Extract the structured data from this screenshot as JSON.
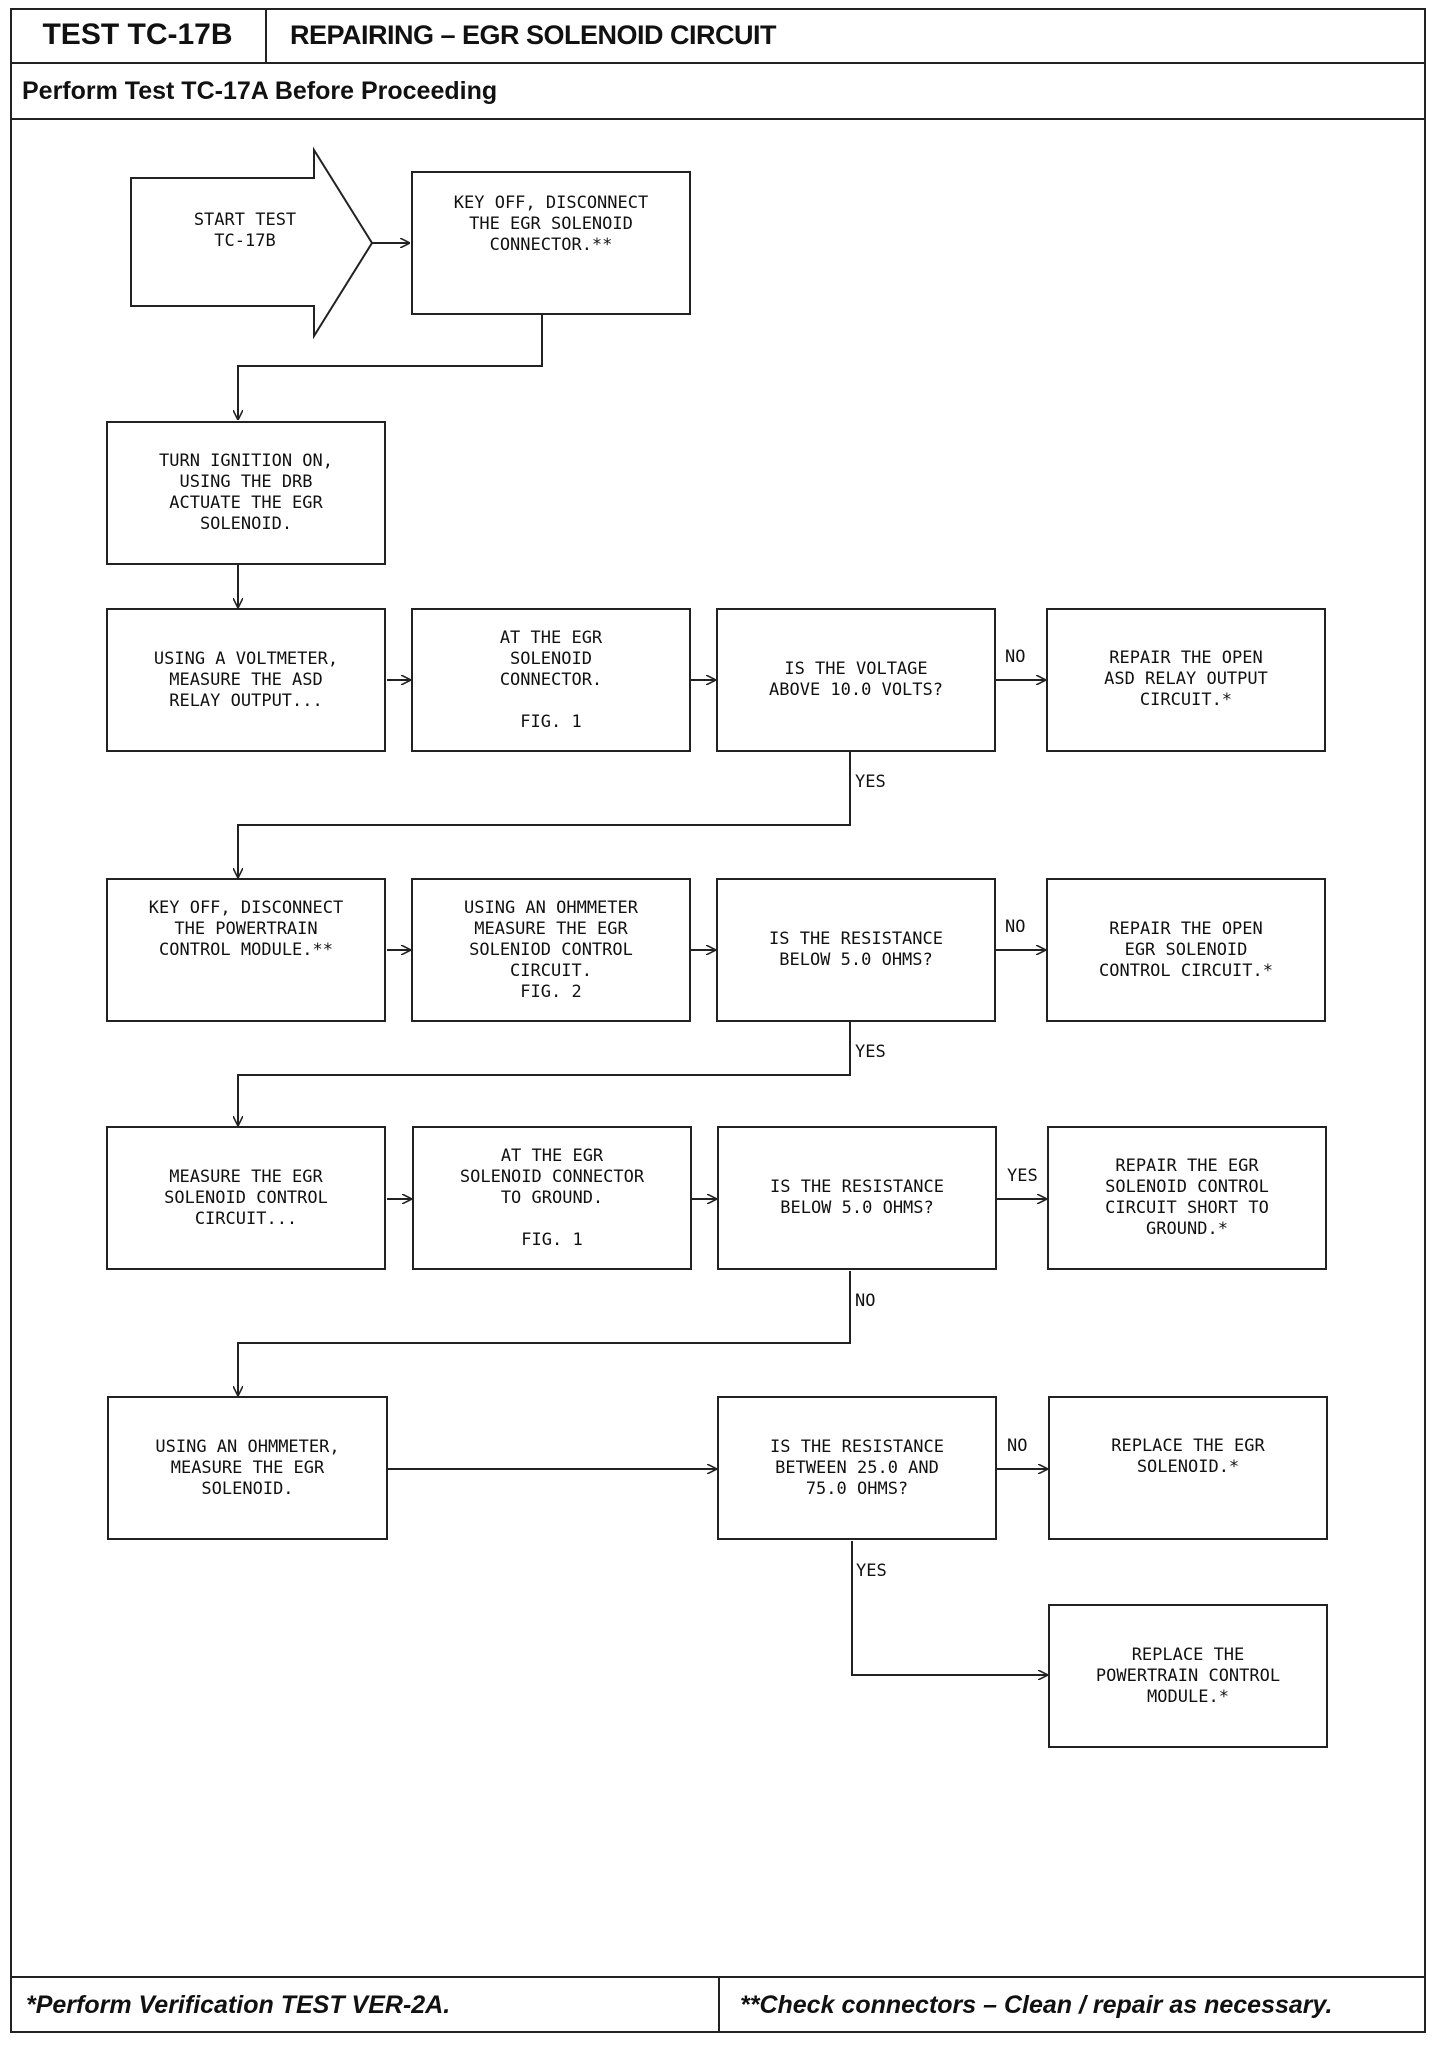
{
  "header": {
    "test_id": "TEST TC-17B",
    "title": "REPAIRING – EGR SOLENOID CIRCUIT",
    "subtitle": "Perform Test TC-17A Before Proceeding"
  },
  "flow": {
    "start": "START TEST\nTC-17B",
    "b_key_off": "KEY OFF, DISCONNECT\nTHE EGR SOLENOID\nCONNECTOR.**",
    "b_ignition": "TURN IGNITION ON,\nUSING THE DRB\nACTUATE THE EGR\nSOLENOID.",
    "b_voltmeter": "USING A VOLTMETER,\nMEASURE THE ASD\nRELAY OUTPUT...",
    "b_at_egr1": "AT THE EGR\nSOLENOID\nCONNECTOR.\n\nFIG. 1",
    "q_voltage": "IS THE VOLTAGE\nABOVE 10.0 VOLTS?",
    "r_open_asd": "REPAIR THE OPEN\nASD RELAY OUTPUT\nCIRCUIT.*",
    "b_key_off_pcm": "KEY OFF, DISCONNECT\nTHE POWERTRAIN\nCONTROL MODULE.**",
    "b_ohmmeter_ctrl": "USING AN OHMMETER\nMEASURE THE EGR\nSOLENIOD CONTROL\nCIRCUIT.\nFIG. 2",
    "q_res1": "IS THE RESISTANCE\nBELOW 5.0 OHMS?",
    "r_open_egr": "REPAIR THE OPEN\nEGR SOLENOID\nCONTROL CIRCUIT.*",
    "b_measure_ctrl": "MEASURE THE EGR\nSOLENOID CONTROL\nCIRCUIT...",
    "b_at_egr_gnd": "AT THE EGR\nSOLENOID CONNECTOR\nTO GROUND.\n\nFIG. 1",
    "q_res2": "IS THE RESISTANCE\nBELOW 5.0 OHMS?",
    "r_short": "REPAIR THE EGR\nSOLENOID CONTROL\nCIRCUIT SHORT TO\nGROUND.*",
    "b_ohmmeter_sol": "USING AN OHMMETER,\nMEASURE THE EGR\nSOLENOID.",
    "q_res3": "IS THE RESISTANCE\nBETWEEN 25.0 AND\n75.0 OHMS?",
    "r_replace_sol": "REPLACE THE EGR\nSOLENOID.*",
    "r_replace_pcm": "REPLACE THE\nPOWERTRAIN CONTROL\nMODULE.*",
    "labels": {
      "no1": "NO",
      "yes1": "YES",
      "no2": "NO",
      "yes2": "YES",
      "yes3": "YES",
      "no3": "NO",
      "no4": "NO",
      "yes4": "YES"
    }
  },
  "footer": {
    "left": "*Perform Verification TEST VER-2A.",
    "right": "**Check connectors – Clean / repair as necessary."
  }
}
